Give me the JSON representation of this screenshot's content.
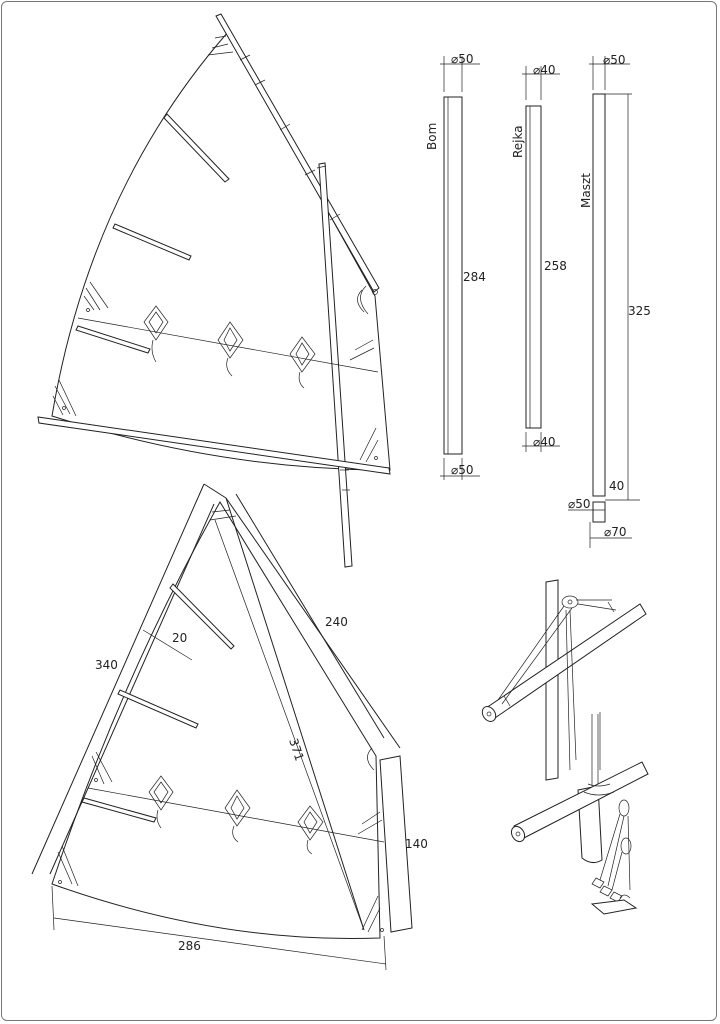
{
  "spars": {
    "bom": {
      "name": "Bom",
      "top_diameter": "⌀50",
      "length": "284",
      "bottom_diameter": "⌀50"
    },
    "rejka": {
      "name": "Rejka",
      "top_diameter": "⌀40",
      "length": "258",
      "bottom_diameter": "⌀40"
    },
    "maszt": {
      "name": "Maszt",
      "top_diameter": "⌀50",
      "length": "325",
      "step_length": "40",
      "step_diameter": "⌀50",
      "base_diameter": "⌀70"
    }
  },
  "sail_dimensions": {
    "luff": "340",
    "batten_offset": "20",
    "head": "240",
    "diagonal": "371",
    "leech": "140",
    "foot": "286"
  }
}
